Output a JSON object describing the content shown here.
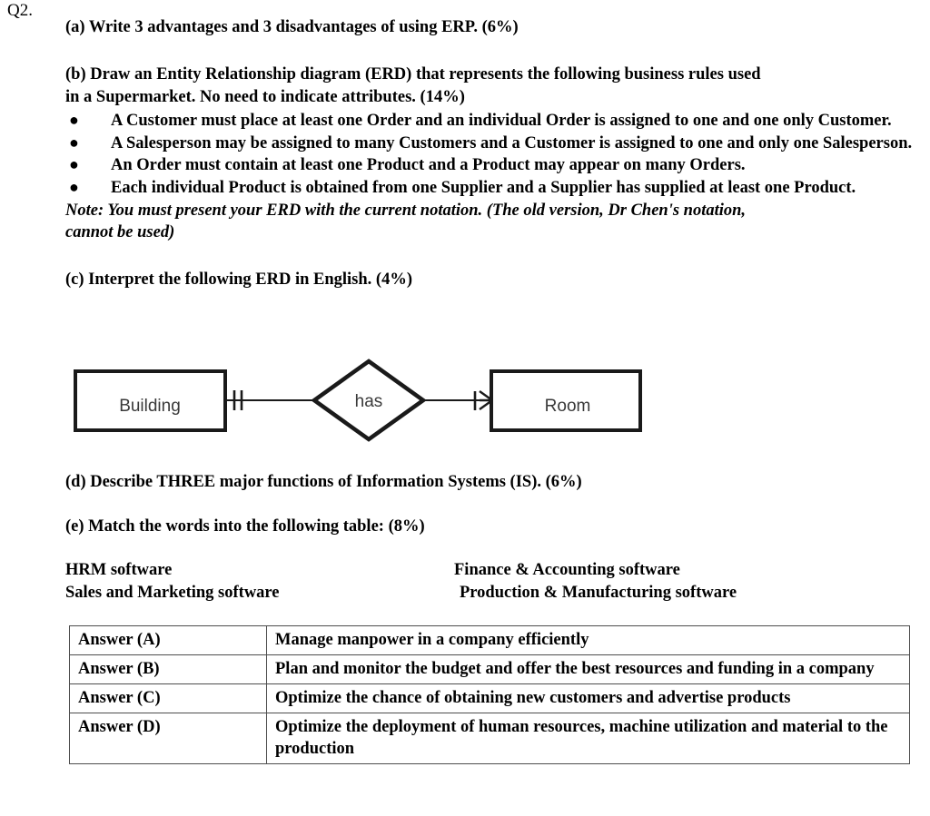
{
  "question": {
    "number": "Q2."
  },
  "parts": {
    "a": "(a) Write 3 advantages and 3 disadvantages of using ERP. (6%)",
    "b_line1": "(b) Draw an Entity Relationship diagram (ERD) that represents the following business rules used",
    "b_line2": "in a Supermarket. No need to indicate attributes. (14%)",
    "c": "(c) Interpret the following ERD in English. (4%)",
    "d": "(d) Describe THREE major functions of Information Systems (IS). (6%)",
    "e": "(e) Match the words into the following table: (8%)"
  },
  "business_rules": [
    "A Customer must place at least one Order and an individual Order is assigned to one and one only Customer.",
    "A Salesperson may be assigned to many Customers and a Customer is assigned to one and only one Salesperson.",
    "An Order must contain at least one Product and a Product may appear on many Orders.",
    "Each individual Product is obtained from one Supplier and a Supplier has supplied at least one Product."
  ],
  "bullet_glyph": "●",
  "note": {
    "line1": "Note: You must present your ERD with the current notation. (The old version, Dr Chen's notation,",
    "line2": "cannot be used)"
  },
  "erd": {
    "left_entity": "Building",
    "relationship": "has",
    "right_entity": "Room",
    "left_cardinality": "one-and-only-one",
    "right_cardinality": "one-or-many",
    "line_color": "#1a1a1a",
    "label_color": "#3a3a3a"
  },
  "word_bank": [
    {
      "left": "HRM software",
      "right": "Finance & Accounting software",
      "right_indent": false
    },
    {
      "left": "Sales and Marketing software",
      "right": "Production & Manufacturing software",
      "right_indent": true
    }
  ],
  "answer_table": {
    "rows": [
      {
        "key": "Answer (A)",
        "value": "Manage manpower in a company efficiently"
      },
      {
        "key": "Answer (B)",
        "value": "Plan and monitor the budget and offer the best resources and funding in a company"
      },
      {
        "key": "Answer (C)",
        "value": "Optimize the chance of obtaining new customers and advertise products"
      },
      {
        "key": "Answer (D)",
        "value": "Optimize the deployment of human resources, machine utilization and material to the production"
      }
    ]
  }
}
